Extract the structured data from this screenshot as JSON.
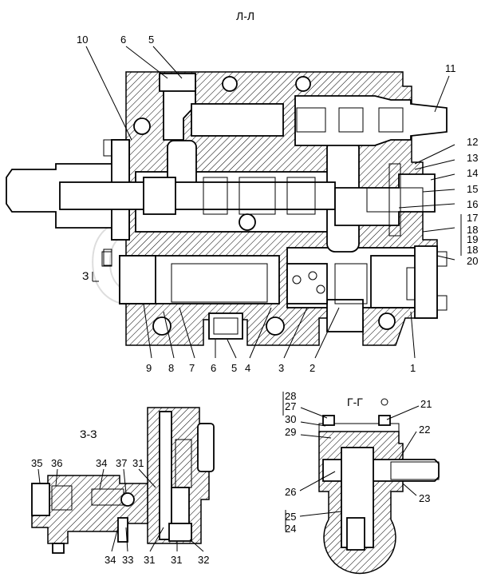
{
  "sections": {
    "main": "Л-Л",
    "right": "Г-Г",
    "left": "З-З",
    "cut_marker": "З"
  },
  "callouts": {
    "main": [
      "10",
      "6",
      "5",
      "11",
      "12",
      "13",
      "14",
      "15",
      "16",
      "17",
      "18",
      "19",
      "18",
      "20",
      "9",
      "8",
      "7",
      "6",
      "5",
      "4",
      "3",
      "2",
      "1"
    ],
    "right": [
      "28",
      "27",
      "30",
      "29",
      "21",
      "22",
      "26",
      "23",
      "25",
      "24"
    ],
    "left": [
      "35",
      "36",
      "34",
      "37",
      "31",
      "34",
      "33",
      "31",
      "31",
      "32"
    ]
  }
}
